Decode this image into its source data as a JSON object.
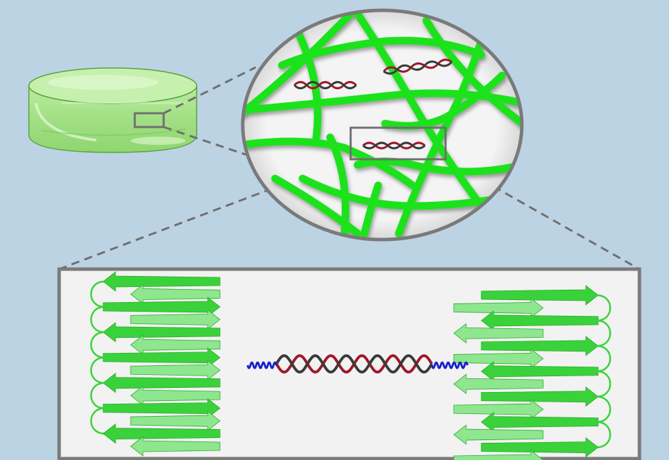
{
  "colors": {
    "background": "#bcd3e4",
    "gel_fill": "#a8e28c",
    "gel_top": "#c6f0ae",
    "gel_edge": "#5aa03c",
    "fiber": "#1fe21f",
    "pore_bg": "#f0f0f0",
    "frame": "#7a7a7a",
    "panel_bg": "#f2f2f2",
    "dna_red": "#a0182a",
    "dna_dark": "#3a3a3a",
    "linker_blue": "#1a22c8",
    "sheet_green": "#3ad23a",
    "sheet_light": "#8ee68e"
  },
  "elements": {
    "hydrogel": "hydrogel-disc",
    "network": "fiber-network",
    "dna": "dna-double-helix",
    "linker": "linker",
    "protein": "beta-sheet-stack"
  },
  "counts": {
    "network_helices": 3,
    "panel_helix_turns": 5,
    "strands_per_stack": 14
  }
}
